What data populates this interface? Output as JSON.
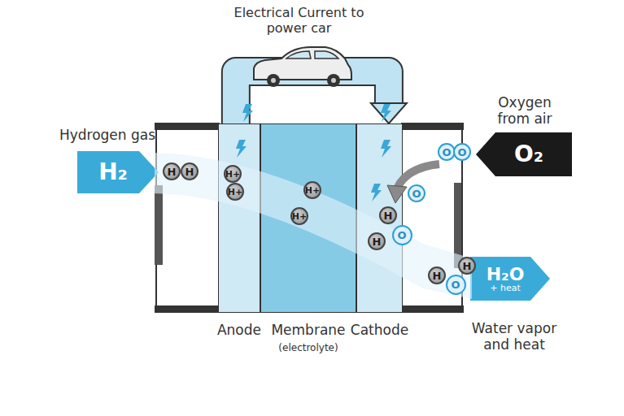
{
  "diagram": {
    "nodes": [
      {
        "text": [
          "H₂"
        ]
      },
      {
        "text": [
          "Anode"
        ]
      },
      {
        "text": [
          "Membrane",
          "(electrolyte)"
        ]
      },
      {
        "text": [
          "Cathode"
        ]
      },
      {
        "text": [
          "O₂"
        ]
      },
      {
        "text": [
          "H₂O",
          "+ heat"
        ]
      }
    ],
    "edges": [
      {
        "from": 1,
        "to": 3,
        "arrow": "to"
      }
    ],
    "labels": [
      "Electrical Current to power car",
      "Oxygen from air",
      "Hydrogen gas",
      "Water vapor and heat",
      "H",
      "H",
      "H+",
      "H+",
      "H+",
      "H+",
      "O",
      "O",
      "O",
      "H",
      "H",
      "O",
      "H",
      "H",
      "O"
    ]
  }
}
